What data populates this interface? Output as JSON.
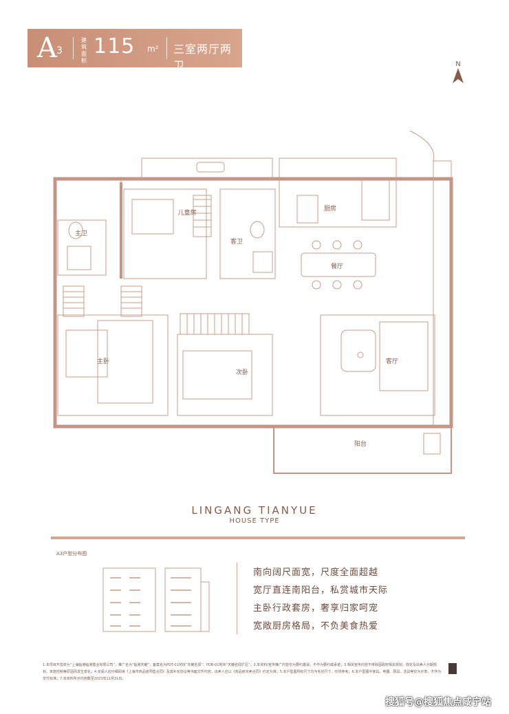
{
  "header": {
    "type_letter": "A",
    "type_number": "3",
    "area_label": "建筑面积",
    "area_value": "115",
    "area_unit": "m²",
    "room_type": "三室两厅两卫"
  },
  "compass": {
    "north": "N"
  },
  "rooms": {
    "master_bath": "主卫",
    "kids_room": "儿童房",
    "guest_bath": "客卫",
    "kitchen": "厨房",
    "dining": "餐厅",
    "master_bedroom": "主卧",
    "second_bedroom": "次卧",
    "living_room": "客厅",
    "balcony": "阳台"
  },
  "project": {
    "name": "LINGANG TIANYUE",
    "subtitle": "HOUSE TYPE"
  },
  "distribution": {
    "title": "A3户型分布图"
  },
  "selling_points": [
    "南向阔尺面宽，尺度全面超越",
    "宽厅直连南阳台，私赏城市天际",
    "主卧行政套房，奢享归家呵宠",
    "宽敞厨房格局，不负美食热爱"
  ],
  "disclaimer": "1.本项目开发商为“上海临港临港置业有限公司”，推广名为“临港天樾”，备案名为PDT-01地块“天樾名邸”、PDB-01地块“天樾名邸扩区”；2.本资料/宣传推广内容仅为要约邀请，不作为要约或承诺；3.相关宣传内容不排除因政府相关规划、规定及出卖人分期规划、未能控制等原因而发生变化；4.买受人应仔细阅读《上海市商品房预售合同》及其补充协议等书面文件内容，出卖人应以《商品房买卖合同》约定为准；5.本户型图所标尺寸均为毛坯尺寸，仅供参考；6.本户型图中家具、电器、厨具、洁具等仅为示意，不作为交付标准；7.本资料所示内容截至2023年12月31日。",
  "badge": "",
  "watermark": "搜狐号@搜狐焦点咸宁站"
}
